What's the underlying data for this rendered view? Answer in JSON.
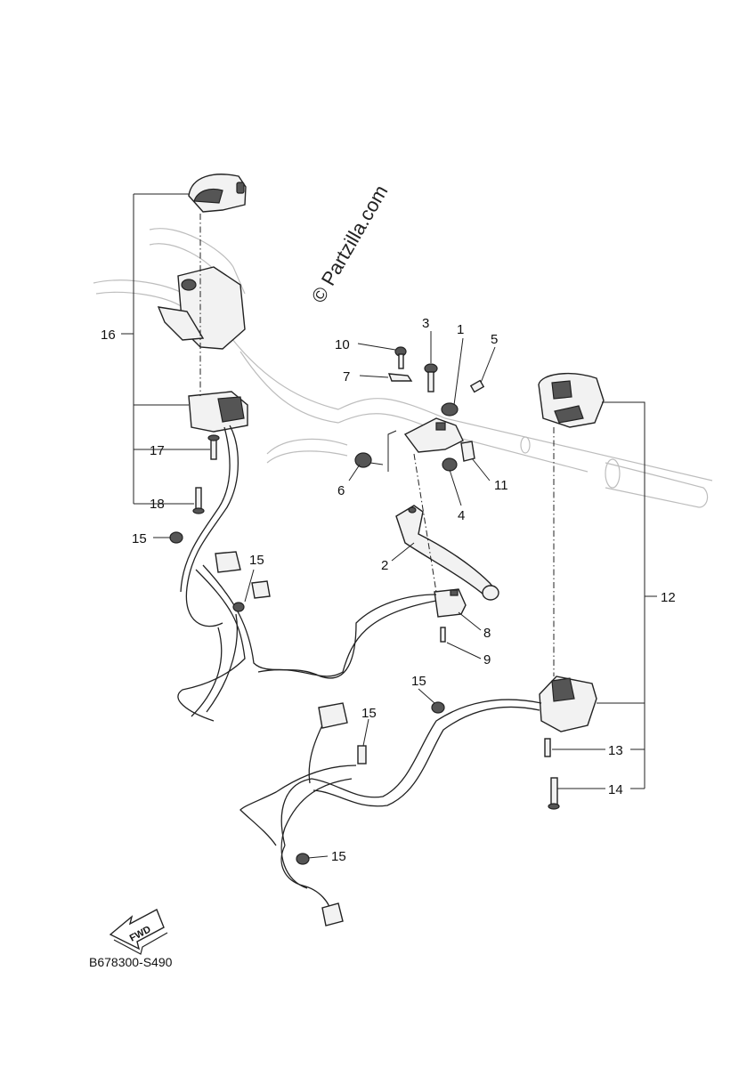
{
  "watermark": "© Partzilla.com",
  "fwd_label": "FWD",
  "diagram_code": "B678300-S490",
  "callouts": {
    "c1": "1",
    "c2": "2",
    "c3": "3",
    "c4": "4",
    "c5": "5",
    "c6": "6",
    "c7": "7",
    "c8": "8",
    "c9": "9",
    "c10": "10",
    "c11": "11",
    "c12": "12",
    "c13": "13",
    "c14": "14",
    "c15a": "15",
    "c15b": "15",
    "c15c": "15",
    "c15d": "15",
    "c15e": "15",
    "c16": "16",
    "c17": "17",
    "c18": "18"
  }
}
